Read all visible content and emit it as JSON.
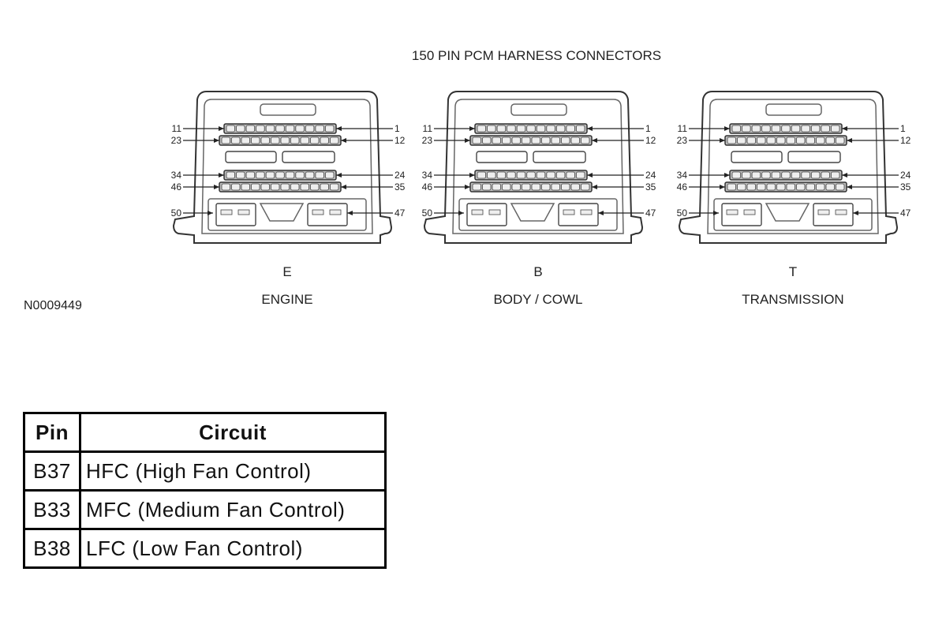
{
  "diagram": {
    "title": "150 PIN PCM HARNESS CONNECTORS",
    "figure_id": "N0009449",
    "pin_labels": {
      "row1_left": "11",
      "row1_right": "1",
      "row2_left": "23",
      "row2_right": "12",
      "row3_left": "34",
      "row3_right": "24",
      "row4_left": "46",
      "row4_right": "35",
      "bottom_left": "50",
      "bottom_right": "47"
    },
    "connectors": [
      {
        "letter": "E",
        "name": "ENGINE"
      },
      {
        "letter": "B",
        "name": "BODY / COWL"
      },
      {
        "letter": "T",
        "name": "TRANSMISSION"
      }
    ]
  },
  "table": {
    "headers": {
      "pin": "Pin",
      "circuit": "Circuit"
    },
    "rows": [
      {
        "pin": "B37",
        "circuit": "HFC (High Fan Control)"
      },
      {
        "pin": "B33",
        "circuit": "MFC (Medium Fan Control)"
      },
      {
        "pin": "B38",
        "circuit": "LFC (Low Fan Control)"
      }
    ]
  }
}
